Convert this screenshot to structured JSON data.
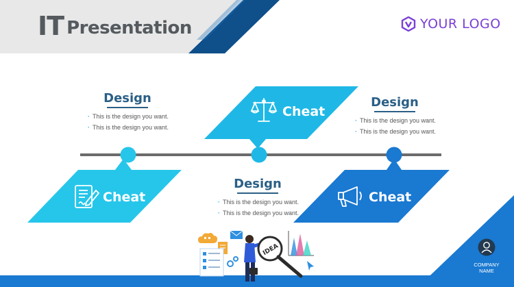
{
  "header": {
    "title_main": "IT",
    "title_rest": "Presentation",
    "logo_text": "YOUR LOGO"
  },
  "timeline": [
    {
      "design_title": "Design",
      "bullets": [
        "This is the design you want.",
        "This is the design you want."
      ],
      "cheat_label": "Cheat",
      "icon": "document-pen-icon"
    },
    {
      "design_title": "Design",
      "bullets": [
        "This is the design you want.",
        "This is the design you want."
      ],
      "cheat_label": "Cheat",
      "icon": "balance-scale-icon"
    },
    {
      "design_title": "Design",
      "bullets": [
        "This is the design you want.",
        "This is the design you want."
      ],
      "cheat_label": "Cheat",
      "icon": "megaphone-icon"
    }
  ],
  "footer": {
    "company_line1": "COMPANY",
    "company_line2": "NAME",
    "illustration_label": "IDEA"
  },
  "colors": {
    "dark_blue": "#0f4f8a",
    "mid_blue": "#1a79d1",
    "cyan": "#26c6ea",
    "light_cyan": "#1fb8e6",
    "line_gray": "#6b6b6b",
    "title_gray": "#555a5e",
    "logo_purple": "#7a3fd6"
  }
}
